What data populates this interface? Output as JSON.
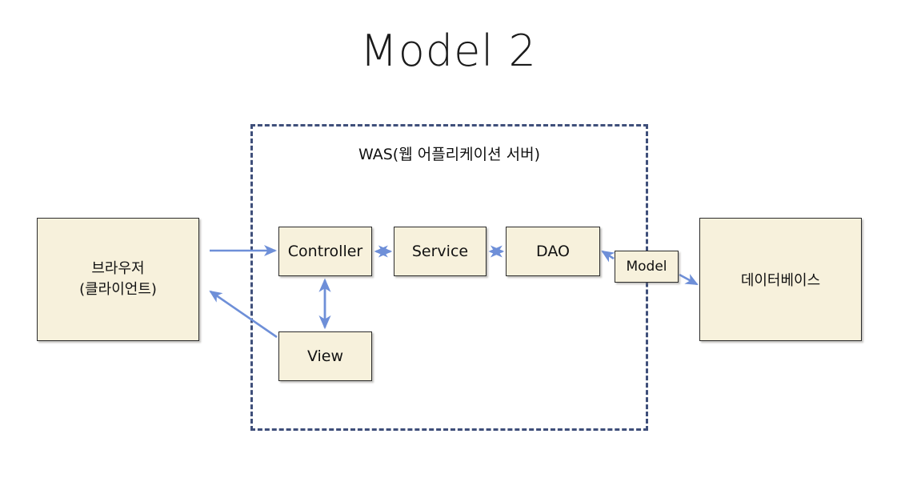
{
  "page": {
    "title": "Model 2",
    "background_color": "#ffffff"
  },
  "colors": {
    "box_fill": "#F7F1DC",
    "box_border": "#2b2b2b",
    "container_border": "#3F4F7A",
    "arrow": "#6E8FD8",
    "text": "#111111"
  },
  "container": {
    "label": "WAS(웹 어플리케이션 서버)",
    "border_style": "dashed"
  },
  "nodes": {
    "browser": {
      "line1": "브라우저",
      "line2": "(클라이언트)"
    },
    "database": {
      "label": "데이터베이스"
    },
    "controller": {
      "label": "Controller"
    },
    "service": {
      "label": "Service"
    },
    "dao": {
      "label": "DAO"
    },
    "model": {
      "label": "Model"
    },
    "view": {
      "label": "View"
    }
  },
  "connections": [
    {
      "from": "browser",
      "to": "controller",
      "style": "single-arrow",
      "direction": "right"
    },
    {
      "from": "view",
      "to": "browser",
      "style": "single-arrow",
      "direction": "diagonal-up-left"
    },
    {
      "from": "controller",
      "to": "service",
      "style": "double-arrow",
      "direction": "horizontal"
    },
    {
      "from": "service",
      "to": "dao",
      "style": "double-arrow",
      "direction": "horizontal"
    },
    {
      "from": "controller",
      "to": "view",
      "style": "double-arrow",
      "direction": "vertical"
    },
    {
      "from": "model",
      "to": "dao",
      "style": "single-arrow",
      "direction": "left"
    },
    {
      "from": "model",
      "to": "database",
      "style": "single-arrow",
      "direction": "right"
    }
  ]
}
